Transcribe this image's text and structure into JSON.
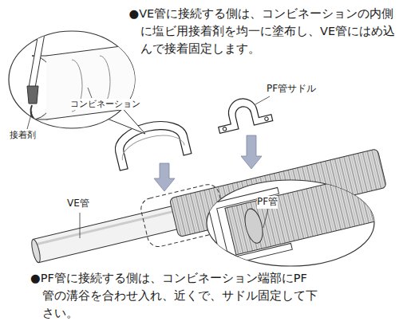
{
  "diagram": {
    "labels": [
      "●VE管に接続する側は、コンビネーションの内側に塩ビ用接着剤を均一に塗布し、VE管にはめ込んで接着固定します。",
      "PF管サドル",
      "コンビネーション",
      "接着剤",
      "VE管",
      "PF管",
      "●PF管に接続する側は、コンビネーション端部にPF管の溝谷を合わせ入れ、近くで、サドル固定して下さい。"
    ]
  }
}
